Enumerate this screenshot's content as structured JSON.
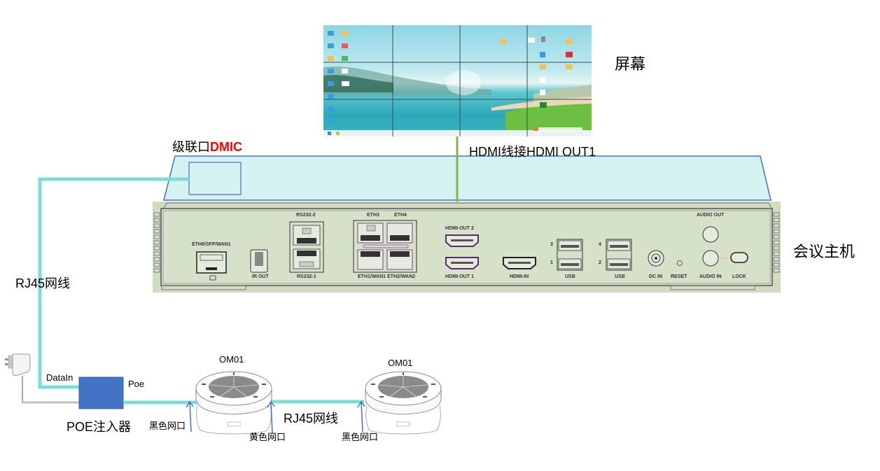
{
  "labels": {
    "screen": "屏幕",
    "cascade_prefix": "级联口",
    "cascade_dmic": "DMIC",
    "hdmi_note": "HDMI线接HDMI OUT1",
    "host": "会议主机",
    "rj45_left": "RJ45网线",
    "rj45_bottom": "RJ45网线",
    "poe_injector": "POE注入器",
    "datain": "DataIn",
    "poe": "Poe",
    "mic1": "OM01",
    "mic2": "OM01",
    "black_port_1": "黑色网口",
    "yellow_port": "黄色网口",
    "black_port_2": "黑色网口"
  },
  "host_ports": {
    "eth0": "ETH0/SFP/WAN1",
    "ir_out": "IR OUT",
    "rs232_2": "RS232-2",
    "rs232_1": "RS232-1",
    "eth3": "ETH3",
    "eth4": "ETH4",
    "eth1": "ETH1/WAN1",
    "eth2": "ETH2/WAN2",
    "hdmi_out2": "HDMI-OUT 2",
    "hdmi_out1": "HDMI-OUT 1",
    "hdmi_in": "HDMI-IN",
    "usb_a": "USB",
    "usb_b": "USB",
    "usb3": "3",
    "usb1": "1",
    "usb4": "4",
    "usb2": "2",
    "dc_in": "DC IN",
    "reset": "RESET",
    "audio_out": "AUDIO OUT",
    "audio_in": "AUDIO IN",
    "lock": "LOCK"
  },
  "colors": {
    "cable": "#7fdcd5",
    "hdmi_cable": "#7ab648",
    "poe_box": "#4472c4",
    "host_top": "#d3f2f1",
    "host_body": "#cfdcc2",
    "dmic_red": "#ff0000",
    "arrow": "#4472c4"
  }
}
